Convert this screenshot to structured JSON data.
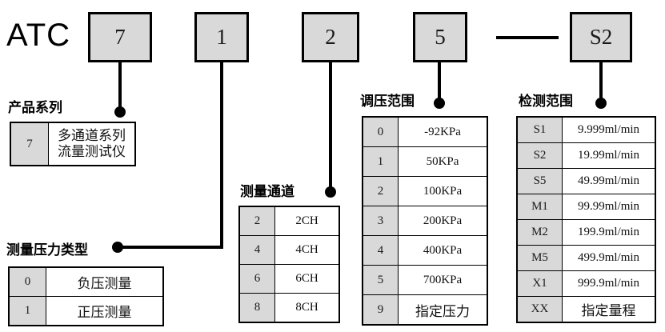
{
  "header": {
    "title": "ATC",
    "boxes": [
      {
        "name": "series-code-box",
        "value": "7"
      },
      {
        "name": "pressure-type-code-box",
        "value": "1"
      },
      {
        "name": "channel-code-box",
        "value": "2"
      },
      {
        "name": "regulation-range-code-box",
        "value": "5"
      },
      {
        "name": "detection-range-code-box",
        "value": "S2"
      }
    ],
    "separator": "—"
  },
  "sections": {
    "product_series": {
      "caption": "产品系列",
      "rows": [
        {
          "code": "7",
          "desc_line1": "多通道系列",
          "desc_line2": "流量测试仪"
        }
      ]
    },
    "pressure_type": {
      "caption": "测量压力类型",
      "rows": [
        {
          "code": "0",
          "desc": "负压测量"
        },
        {
          "code": "1",
          "desc": "正压测量"
        }
      ]
    },
    "channels": {
      "caption": "测量通道",
      "rows": [
        {
          "code": "2",
          "desc": "2CH"
        },
        {
          "code": "4",
          "desc": "4CH"
        },
        {
          "code": "6",
          "desc": "6CH"
        },
        {
          "code": "8",
          "desc": "8CH"
        }
      ]
    },
    "regulation_range": {
      "caption": "调压范围",
      "rows": [
        {
          "code": "0",
          "desc": "-92KPa"
        },
        {
          "code": "1",
          "desc": "50KPa"
        },
        {
          "code": "2",
          "desc": "100KPa"
        },
        {
          "code": "3",
          "desc": "200KPa"
        },
        {
          "code": "4",
          "desc": "400KPa"
        },
        {
          "code": "5",
          "desc": "700KPa"
        },
        {
          "code": "9",
          "desc": "指定压力"
        }
      ]
    },
    "detection_range": {
      "caption": "检测范围",
      "rows": [
        {
          "code": "S1",
          "desc": "9.999ml/min"
        },
        {
          "code": "S2",
          "desc": "19.99ml/min"
        },
        {
          "code": "S5",
          "desc": "49.99ml/min"
        },
        {
          "code": "M1",
          "desc": "99.99ml/min"
        },
        {
          "code": "M2",
          "desc": "199.9ml/min"
        },
        {
          "code": "M5",
          "desc": "499.9ml/min"
        },
        {
          "code": "X1",
          "desc": "999.9ml/min"
        },
        {
          "code": "XX",
          "desc": "指定量程"
        }
      ]
    }
  },
  "colors": {
    "box_fill": "#d9d9d9",
    "line": "#000000",
    "background": "#ffffff"
  }
}
